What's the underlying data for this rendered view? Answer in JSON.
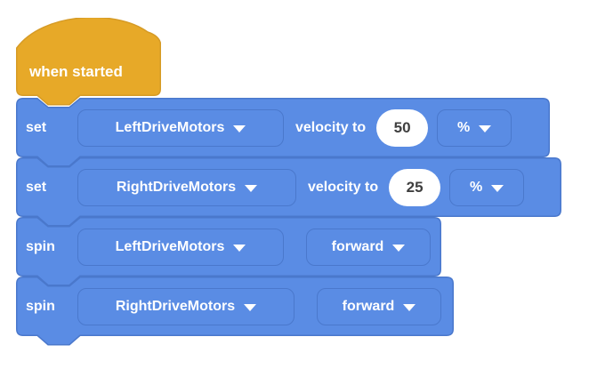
{
  "palette": {
    "block_fill": "#5a8ce4",
    "block_border": "#4a78cc",
    "hat_fill": "#e7a928",
    "hat_border": "#d69b26",
    "label_text": "#ffffff",
    "value_text": "#3f3f3f",
    "canvas_bg": "#ffffff"
  },
  "hat": {
    "label": "when started"
  },
  "blocks": [
    {
      "verb": "set",
      "motor": "LeftDriveMotors",
      "suffix": "velocity to",
      "value": "50",
      "unit": "%"
    },
    {
      "verb": "set",
      "motor": "RightDriveMotors",
      "suffix": "velocity to",
      "value": "25",
      "unit": "%"
    },
    {
      "verb": "spin",
      "motor": "LeftDriveMotors",
      "direction": "forward"
    },
    {
      "verb": "spin",
      "motor": "RightDriveMotors",
      "direction": "forward"
    }
  ]
}
